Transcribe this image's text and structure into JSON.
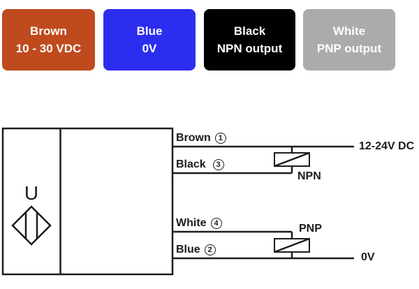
{
  "legend": {
    "items": [
      {
        "name": "brown",
        "line1": "Brown",
        "line2": "10 - 30 VDC",
        "bg": "#bf4a1e",
        "fg": "#ffffff"
      },
      {
        "name": "blue",
        "line1": "Blue",
        "line2": "0V",
        "bg": "#2d2df0",
        "fg": "#ffffff"
      },
      {
        "name": "black",
        "line1": "Black",
        "line2": "NPN output",
        "bg": "#000000",
        "fg": "#ffffff"
      },
      {
        "name": "white",
        "line1": "White",
        "line2": "PNP output",
        "bg": "#ababab",
        "fg": "#ffffff"
      }
    ]
  },
  "diagram": {
    "sensor_symbol": "U",
    "wires": [
      {
        "color_label": "Brown",
        "pin": "1"
      },
      {
        "color_label": "Black",
        "pin": "3"
      },
      {
        "color_label": "White",
        "pin": "4"
      },
      {
        "color_label": "Blue",
        "pin": "2"
      }
    ],
    "supply_label": "12-24V DC",
    "ground_label": "0V",
    "npn_label": "NPN",
    "pnp_label": "PNP",
    "line_color": "#1c1c1c"
  }
}
